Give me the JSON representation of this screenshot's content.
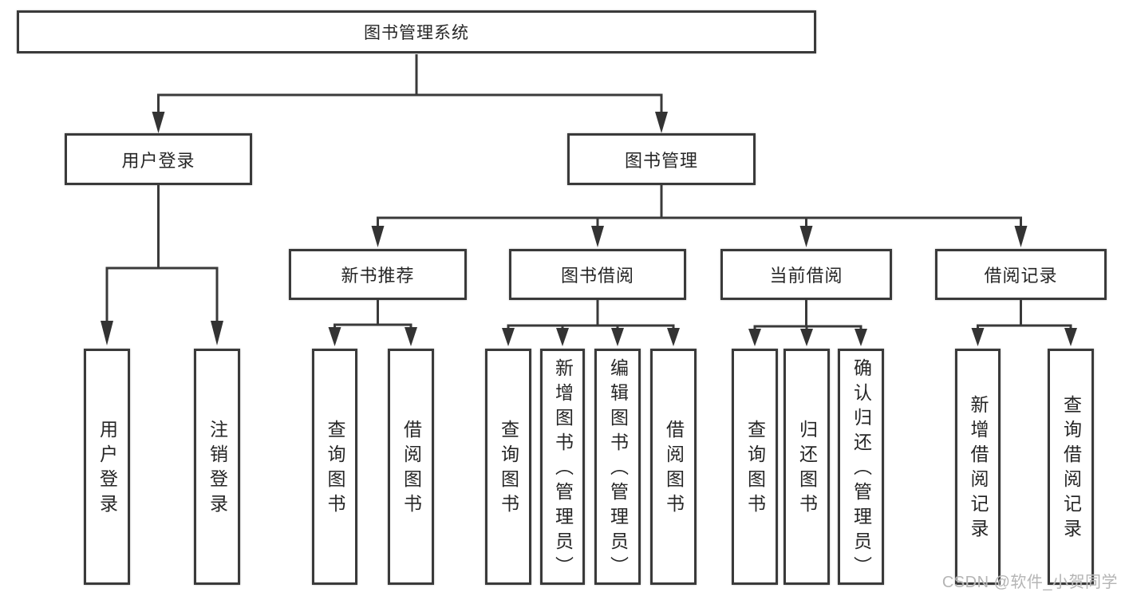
{
  "tree": {
    "label": "图书管理系统",
    "children": [
      {
        "label": "用户登录",
        "children": [
          {
            "label": "用户登录"
          },
          {
            "label": "注销登录"
          }
        ]
      },
      {
        "label": "图书管理",
        "children": [
          {
            "label": "新书推荐",
            "children": [
              {
                "label": "查询图书"
              },
              {
                "label": "借阅图书"
              }
            ]
          },
          {
            "label": "图书借阅",
            "children": [
              {
                "label": "查询图书"
              },
              {
                "label": "新增图书（管理员）"
              },
              {
                "label": "编辑图书（管理员）"
              },
              {
                "label": "借阅图书"
              }
            ]
          },
          {
            "label": "当前借阅",
            "children": [
              {
                "label": "查询图书"
              },
              {
                "label": "归还图书"
              },
              {
                "label": "确认归还（管理员）"
              }
            ]
          },
          {
            "label": "借阅记录",
            "children": [
              {
                "label": "新增借阅记录"
              },
              {
                "label": "查询借阅记录"
              }
            ]
          }
        ]
      }
    ]
  },
  "watermark": {
    "text": "CSDN @软件_小贺同学"
  },
  "colors": {
    "line": "#3a3a3a",
    "box_border": "#3a3a3a",
    "text": "#262626",
    "watermark": "#b5b5b5",
    "background": "#ffffff"
  }
}
